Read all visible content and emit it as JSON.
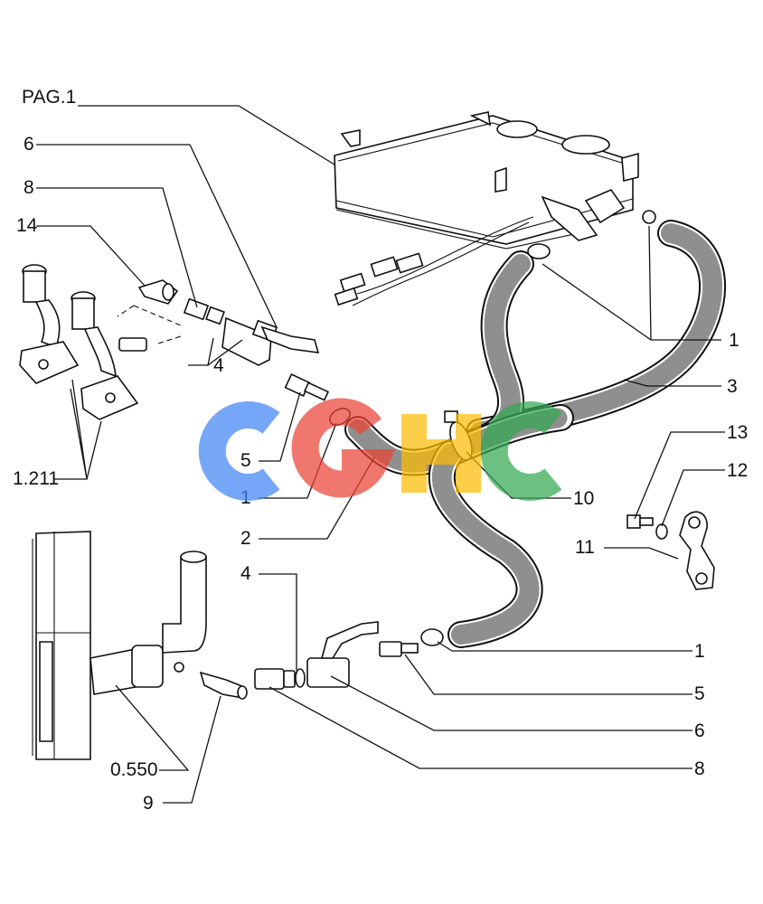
{
  "callouts": {
    "pag1": "PAG.1",
    "n6_top": "6",
    "n8_top": "8",
    "n14": "14",
    "n4_top": "4",
    "n5_left": "5",
    "n1211": "1.211",
    "n1_left": "1",
    "n2": "2",
    "n1_right_top": "1",
    "n3": "3",
    "n13": "13",
    "n12": "12",
    "n10": "10",
    "n11": "11",
    "n4_bottom": "4",
    "n1_right_bottom": "1",
    "n5_right": "5",
    "n6_bottom": "6",
    "n8_bottom": "8",
    "n0550": "0.550",
    "n9": "9"
  },
  "watermark": {
    "text": "CGHC",
    "colors": [
      "#4285F4",
      "#EA4335",
      "#FBBC05",
      "#34A853"
    ]
  }
}
